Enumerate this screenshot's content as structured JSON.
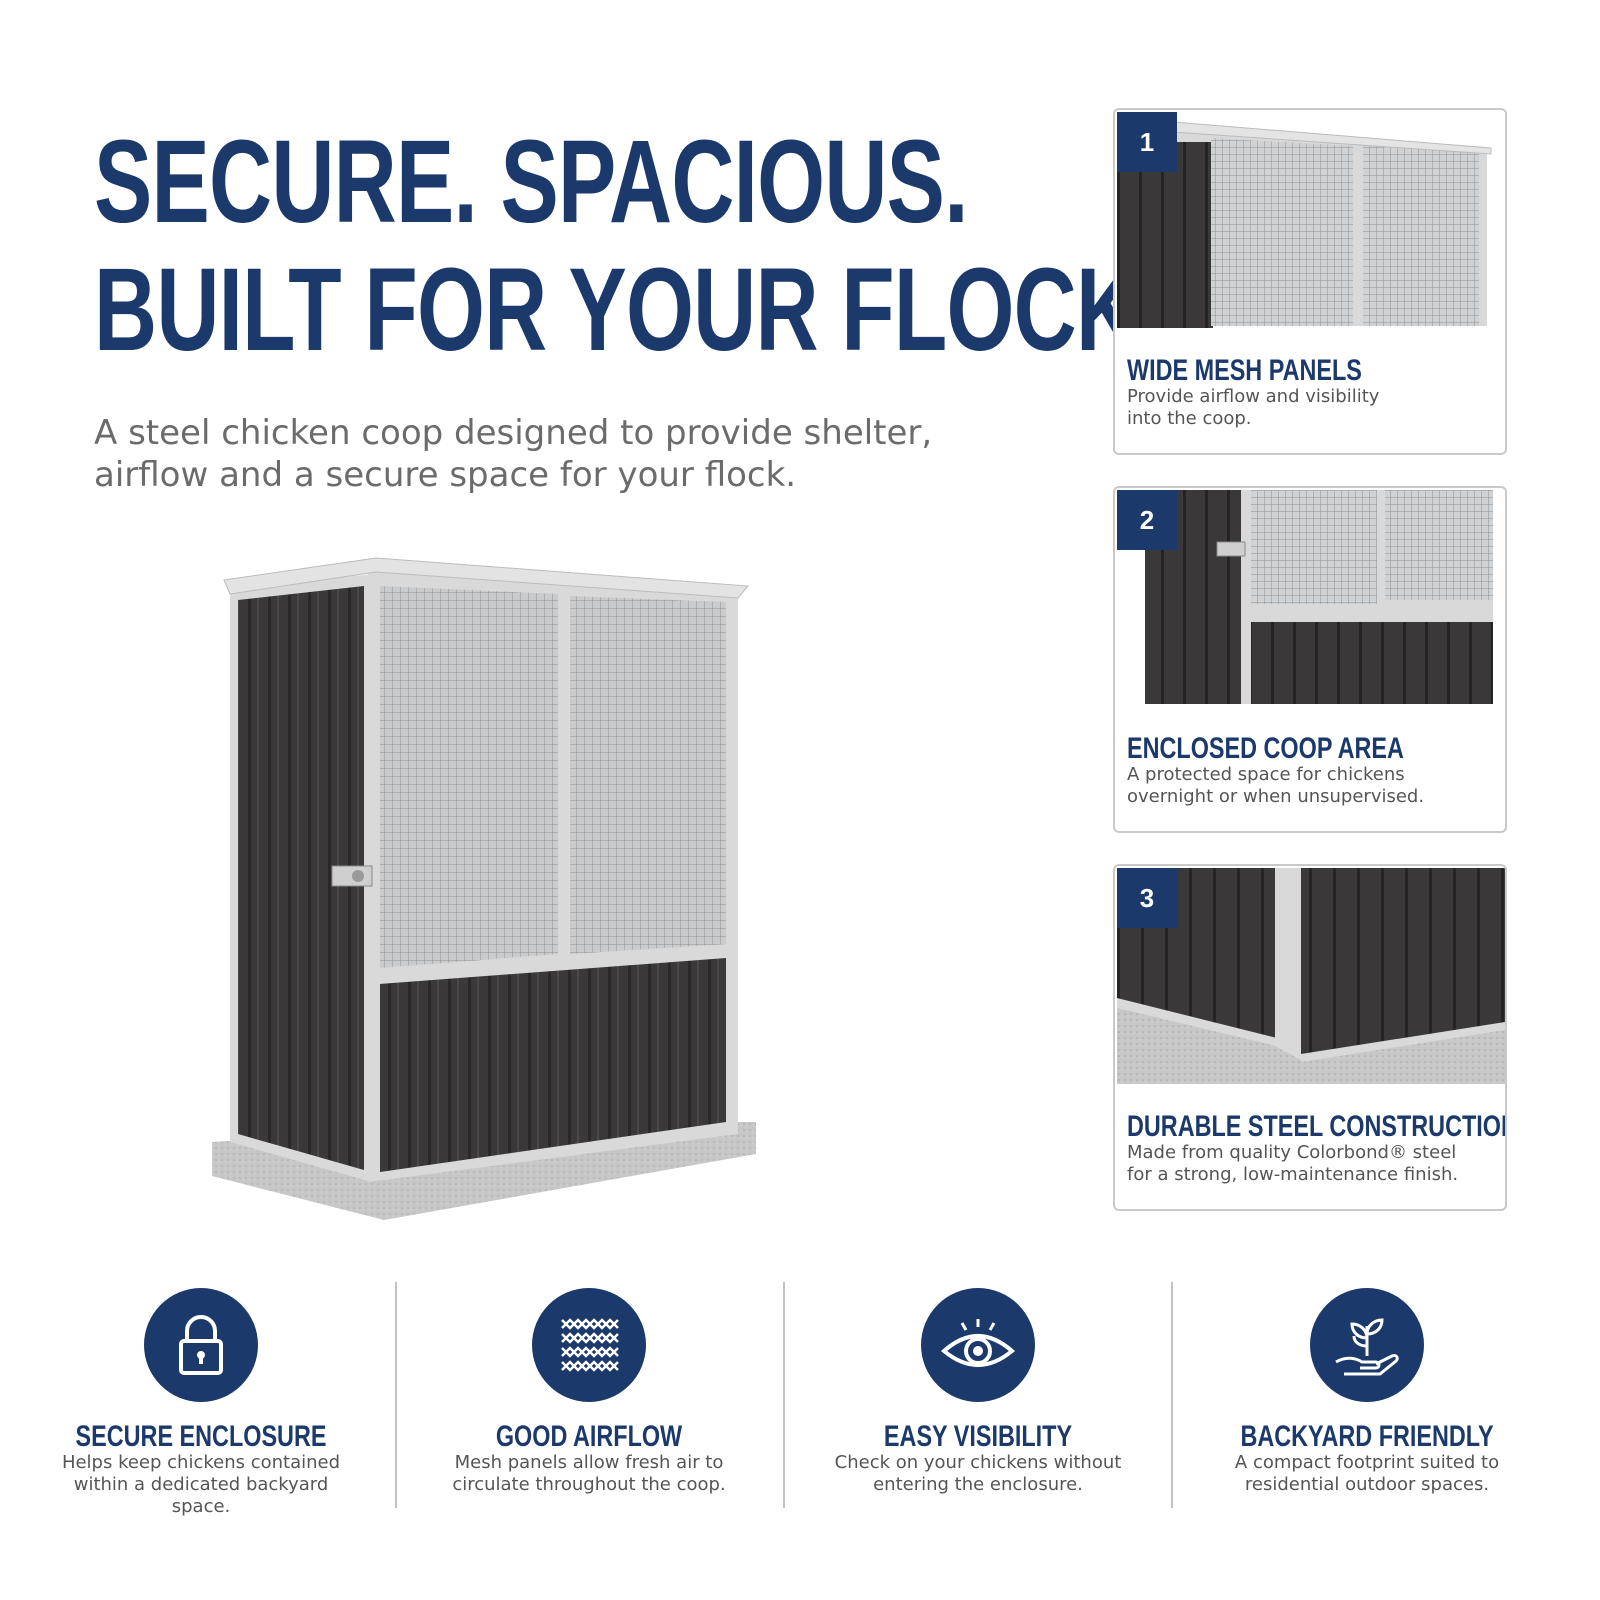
{
  "headline": {
    "line1": "SECURE. SPACIOUS.",
    "line2": "BUILT FOR YOUR FLOCK."
  },
  "subtitle": {
    "line1": "A steel chicken coop designed to provide shelter,",
    "line2": "airflow and a secure space for your flock."
  },
  "cards": [
    {
      "number": "1",
      "title": "WIDE MESH PANELS",
      "desc1": "Provide airflow and visibility",
      "desc2": "into the coop."
    },
    {
      "number": "2",
      "title": "ENCLOSED COOP AREA",
      "desc1": "A protected space for chickens",
      "desc2": "overnight or when unsupervised."
    },
    {
      "number": "3",
      "title": "DURABLE STEEL CONSTRUCTION",
      "desc1": "Made from quality Colorbond® steel",
      "desc2": "for a strong, low-maintenance finish."
    }
  ],
  "features": [
    {
      "icon": "padlock-icon",
      "title": "SECURE ENCLOSURE",
      "desc": "Helps keep chickens contained within a dedicated backyard space."
    },
    {
      "icon": "mesh-icon",
      "title": "GOOD AIRFLOW",
      "desc": "Mesh panels allow fresh air to circulate throughout the coop."
    },
    {
      "icon": "eye-icon",
      "title": "EASY VISIBILITY",
      "desc": "Check on your chickens without entering the enclosure."
    },
    {
      "icon": "plant-hand-icon",
      "title": "BACKYARD FRIENDLY",
      "desc": "A compact footprint suited to residential outdoor spaces."
    }
  ],
  "colors": {
    "navy": "#1b3a6b",
    "steel": "#3a3838",
    "frame": "#d9d9d9",
    "concrete": "#c7c7c7"
  }
}
